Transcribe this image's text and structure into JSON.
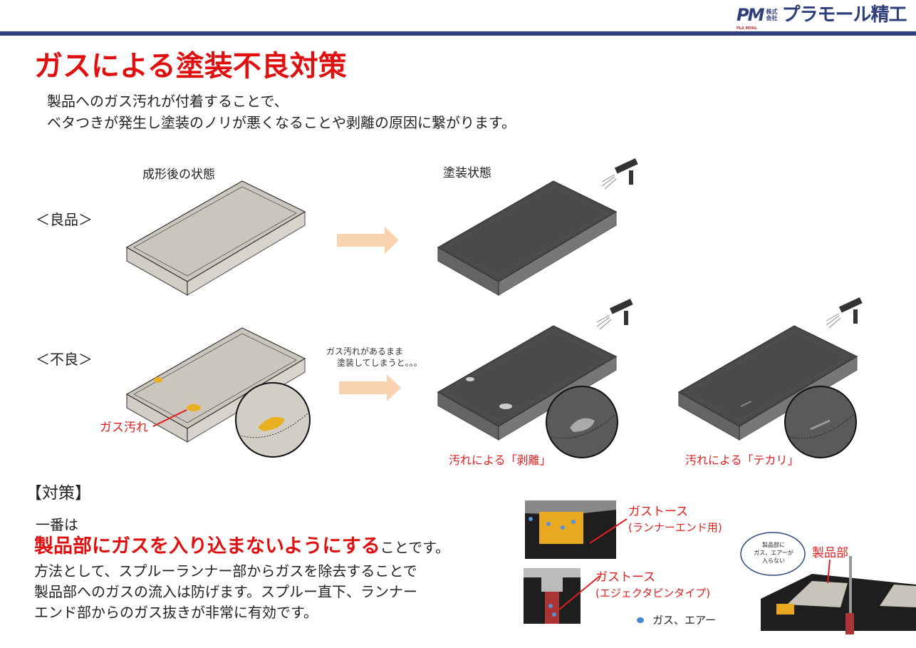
{
  "logo": {
    "mark": "PM",
    "mark_sub": "PLA MOUL",
    "kabushiki": "株式会社",
    "name": "プラモール精工"
  },
  "title": "ガスによる塗装不良対策",
  "intro": [
    "製品へのガス汚れが付着することで、",
    "ベタつきが発生し塗装のノリが悪くなることや剥離の原因に繋がります。"
  ],
  "diagram": {
    "col_after_molding": "成形後の状態",
    "col_painted": "塗装状態",
    "row_good": "＜良品＞",
    "row_bad": "＜不良＞",
    "bad_arrow_note": [
      "ガス汚れがあるまま",
      "塗装してしまうと。。。"
    ],
    "gas_stain_label": "ガス汚れ",
    "peel_label": "汚れによる「剥離」",
    "shine_label": "汚れによる「テカリ」"
  },
  "countermeasure": {
    "heading": "【対策】",
    "line1": "一番は",
    "emphasis": "製品部にガスを入り込まないようにする",
    "emphasis_tail": "ことです。",
    "lines": [
      "方法として、スプルーランナー部からガスを除去することで",
      "製品部へのガスの流入は防げます。スプルー直下、ランナー",
      "エンド部からのガス抜きが非常に有効です。"
    ]
  },
  "figures": {
    "gas_torus_runner": [
      "ガストース",
      "(ランナーエンド用)"
    ],
    "gas_torus_ejector": [
      "ガストース",
      "(エジェクタピンタイプ)"
    ],
    "legend_gas_air": "ガス、エアー",
    "product_part": "製品部",
    "bubble": [
      "製品部に",
      "ガス、エアーが",
      "入らない"
    ]
  },
  "colors": {
    "accent": "#e01010",
    "bar": "#2e3f7a",
    "arrow": "#f9d3b0",
    "stain": "#e8b020"
  }
}
